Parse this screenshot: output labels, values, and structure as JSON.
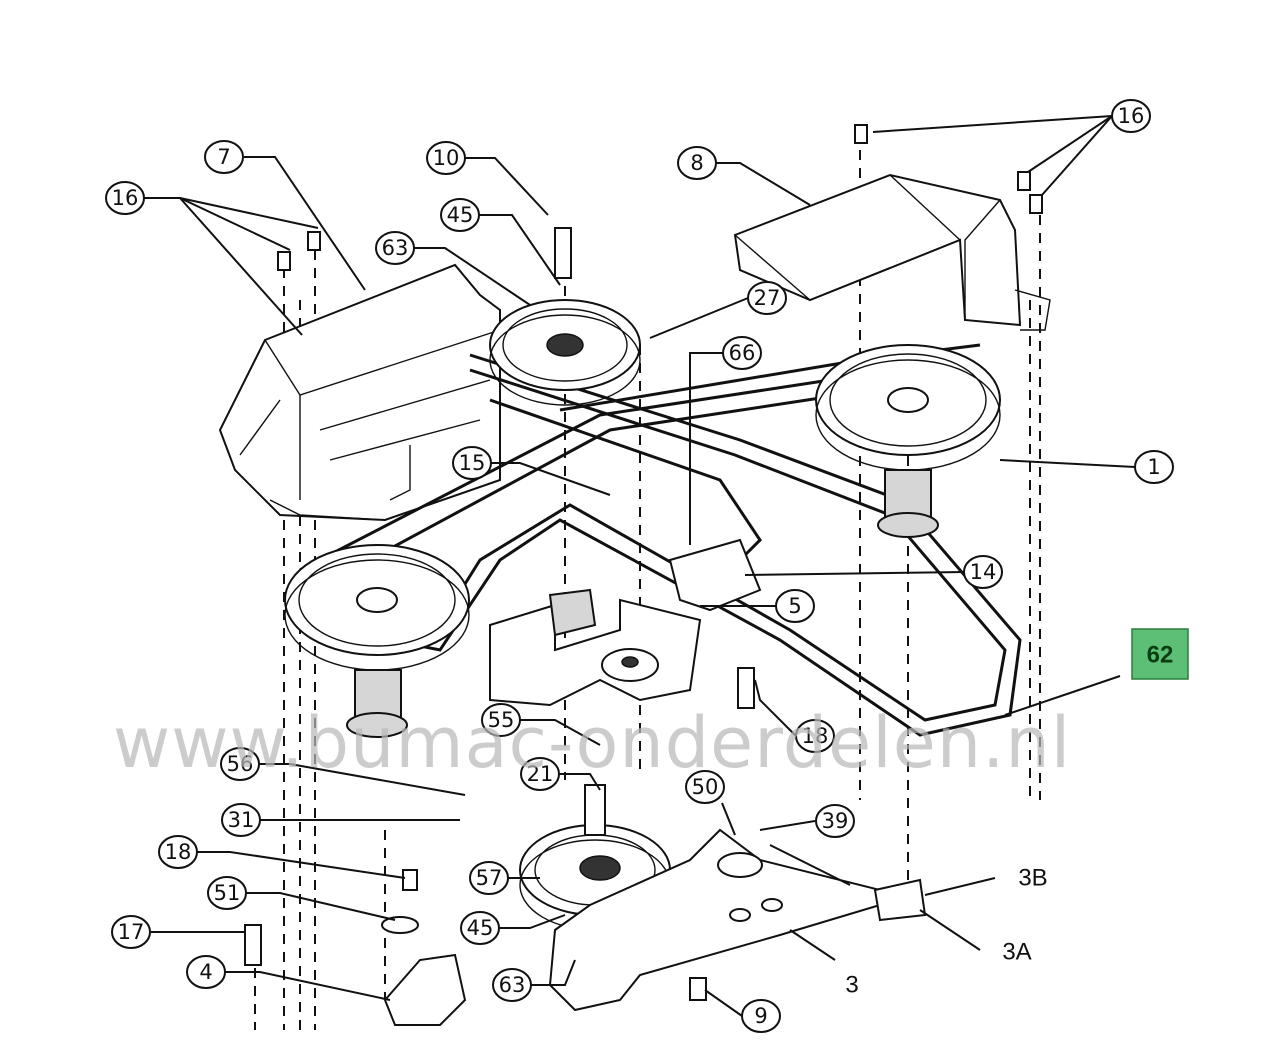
{
  "watermark": "www.bumac-onderdelen.nl",
  "highlight": {
    "label": "62",
    "fill": "#5cbf75"
  },
  "callouts": [
    {
      "id": "c7",
      "label": "7"
    },
    {
      "id": "c10",
      "label": "10"
    },
    {
      "id": "c8",
      "label": "8"
    },
    {
      "id": "c16a",
      "label": "16"
    },
    {
      "id": "c16b",
      "label": "16"
    },
    {
      "id": "c45a",
      "label": "45"
    },
    {
      "id": "c63a",
      "label": "63"
    },
    {
      "id": "c27",
      "label": "27"
    },
    {
      "id": "c66",
      "label": "66"
    },
    {
      "id": "c15",
      "label": "15"
    },
    {
      "id": "c1",
      "label": "1"
    },
    {
      "id": "c14",
      "label": "14"
    },
    {
      "id": "c5",
      "label": "5"
    },
    {
      "id": "c18a",
      "label": "18"
    },
    {
      "id": "c55",
      "label": "55"
    },
    {
      "id": "c56",
      "label": "56"
    },
    {
      "id": "c21",
      "label": "21"
    },
    {
      "id": "c50",
      "label": "50"
    },
    {
      "id": "c39",
      "label": "39"
    },
    {
      "id": "c31",
      "label": "31"
    },
    {
      "id": "c18b",
      "label": "18"
    },
    {
      "id": "c57",
      "label": "57"
    },
    {
      "id": "c51",
      "label": "51"
    },
    {
      "id": "c45b",
      "label": "45"
    },
    {
      "id": "c17",
      "label": "17"
    },
    {
      "id": "c4",
      "label": "4"
    },
    {
      "id": "c63b",
      "label": "63"
    },
    {
      "id": "c9",
      "label": "9"
    }
  ],
  "labels": [
    {
      "id": "l3b",
      "label": "3B"
    },
    {
      "id": "l3a",
      "label": "3A"
    },
    {
      "id": "l3",
      "label": "3"
    }
  ]
}
